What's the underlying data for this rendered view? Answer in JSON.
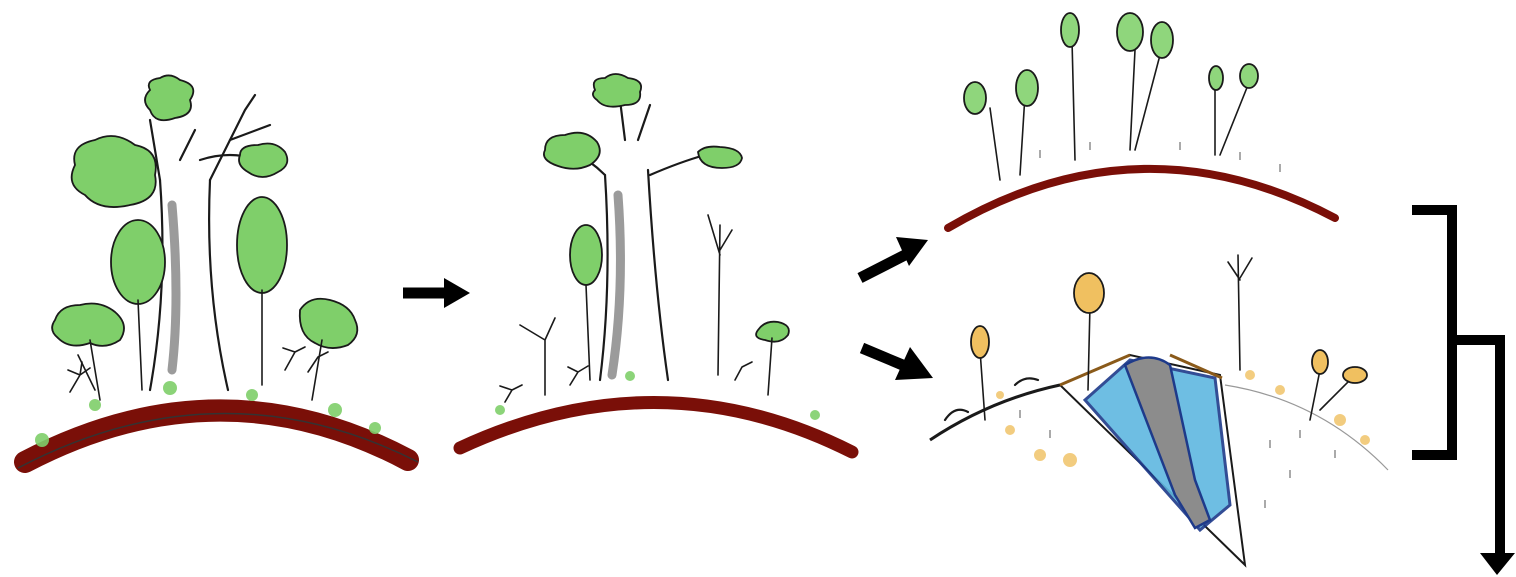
{
  "colors": {
    "canopy_healthy": "#7fcf6a",
    "canopy_dry": "#f0c060",
    "soil": "#7a0f08",
    "exposed_rock": "#8c8c8c",
    "gully_water": "#5fb8e0",
    "gully_edge": "#1e3a8a",
    "gully_rim": "#8a5a1a",
    "arrow": "#000000"
  },
  "panels": [
    {
      "id": "intact-forest",
      "stage": 1
    },
    {
      "id": "degraded-forest",
      "stage": 2
    },
    {
      "id": "recovering-forest",
      "stage": 3
    },
    {
      "id": "eroded-hillside",
      "stage": 3
    }
  ],
  "icons": [
    "arrow-right-icon",
    "arrow-up-right-icon",
    "arrow-down-right-icon",
    "bracket-icon",
    "arrow-down-icon"
  ]
}
